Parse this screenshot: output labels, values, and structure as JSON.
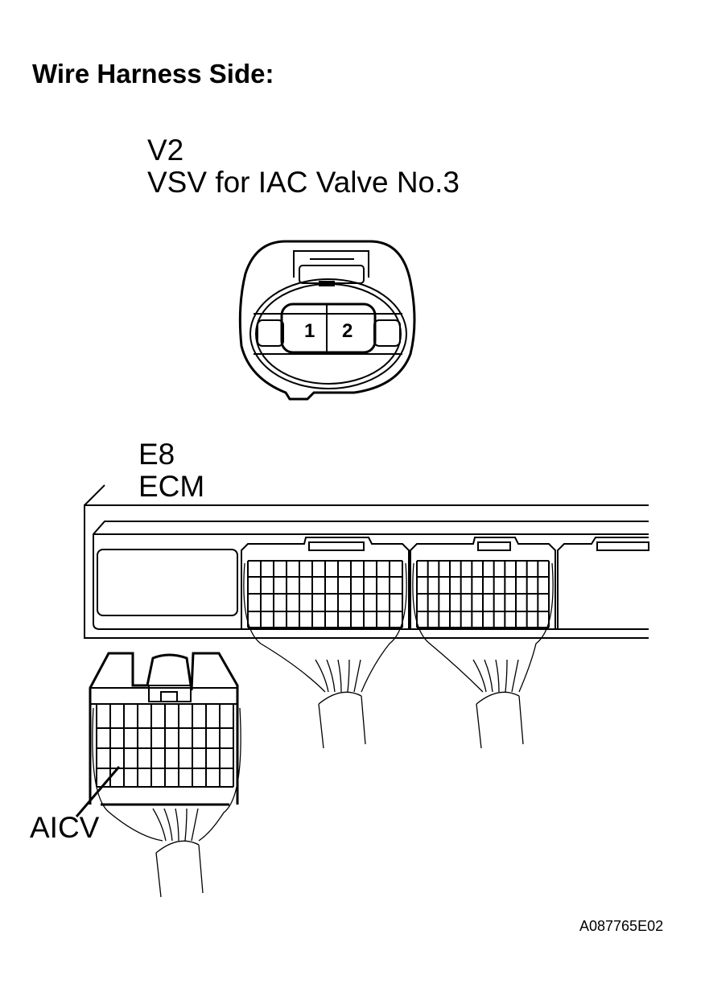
{
  "title": "Wire Harness Side:",
  "connectors": [
    {
      "id": "V2",
      "name": "VSV for IAC Valve No.3",
      "pins": [
        "1",
        "2"
      ]
    },
    {
      "id": "E8",
      "name": "ECM",
      "terminal": "AICV"
    }
  ],
  "figure_code": "A087765E02"
}
